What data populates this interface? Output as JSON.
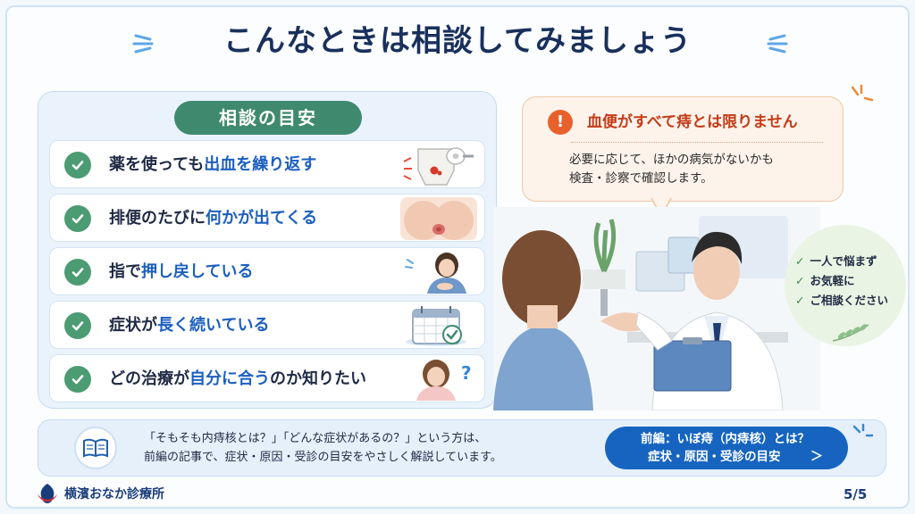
{
  "title": "こんなときは相談してみましょう",
  "guide": {
    "heading": "相談の目安",
    "items": [
      {
        "pre": "薬を使っても",
        "hl": "出血を繰り返す",
        "post": ""
      },
      {
        "pre": "排便のたびに",
        "hl": "何かが出てくる",
        "post": ""
      },
      {
        "pre": "指で",
        "hl": "押し戻している",
        "post": ""
      },
      {
        "pre": "症状が",
        "hl": "長く続いている",
        "post": ""
      },
      {
        "pre": "どの治療が",
        "hl": "自分に合う",
        "post": "のか知りたい"
      }
    ]
  },
  "bubble": {
    "title": "血便がすべて痔とは限りません",
    "body_1": "必要に応じて、ほかの病気がないかも",
    "body_2": "検査・診察で確認します。"
  },
  "reassure": [
    "一人で悩まず",
    "お気軽に",
    "ご相談ください"
  ],
  "info": {
    "line_1": "「そもそも内痔核とは？」「どんな症状があるの？」という方は、",
    "line_2": "前編の記事で、症状・原因・受診の目安をやさしく解説しています。",
    "link_1": "前編：いぼ痔（内痔核）とは？",
    "link_2": "症状・原因・受診の目安",
    "link_chev": "＞"
  },
  "footer": {
    "clinic": "横濱おなか診療所",
    "page": "5/5"
  },
  "colors": {
    "accent_blue": "#1664c0",
    "green": "#3f8a6e",
    "warning": "#e8612c",
    "highlight": "#f7df72"
  }
}
